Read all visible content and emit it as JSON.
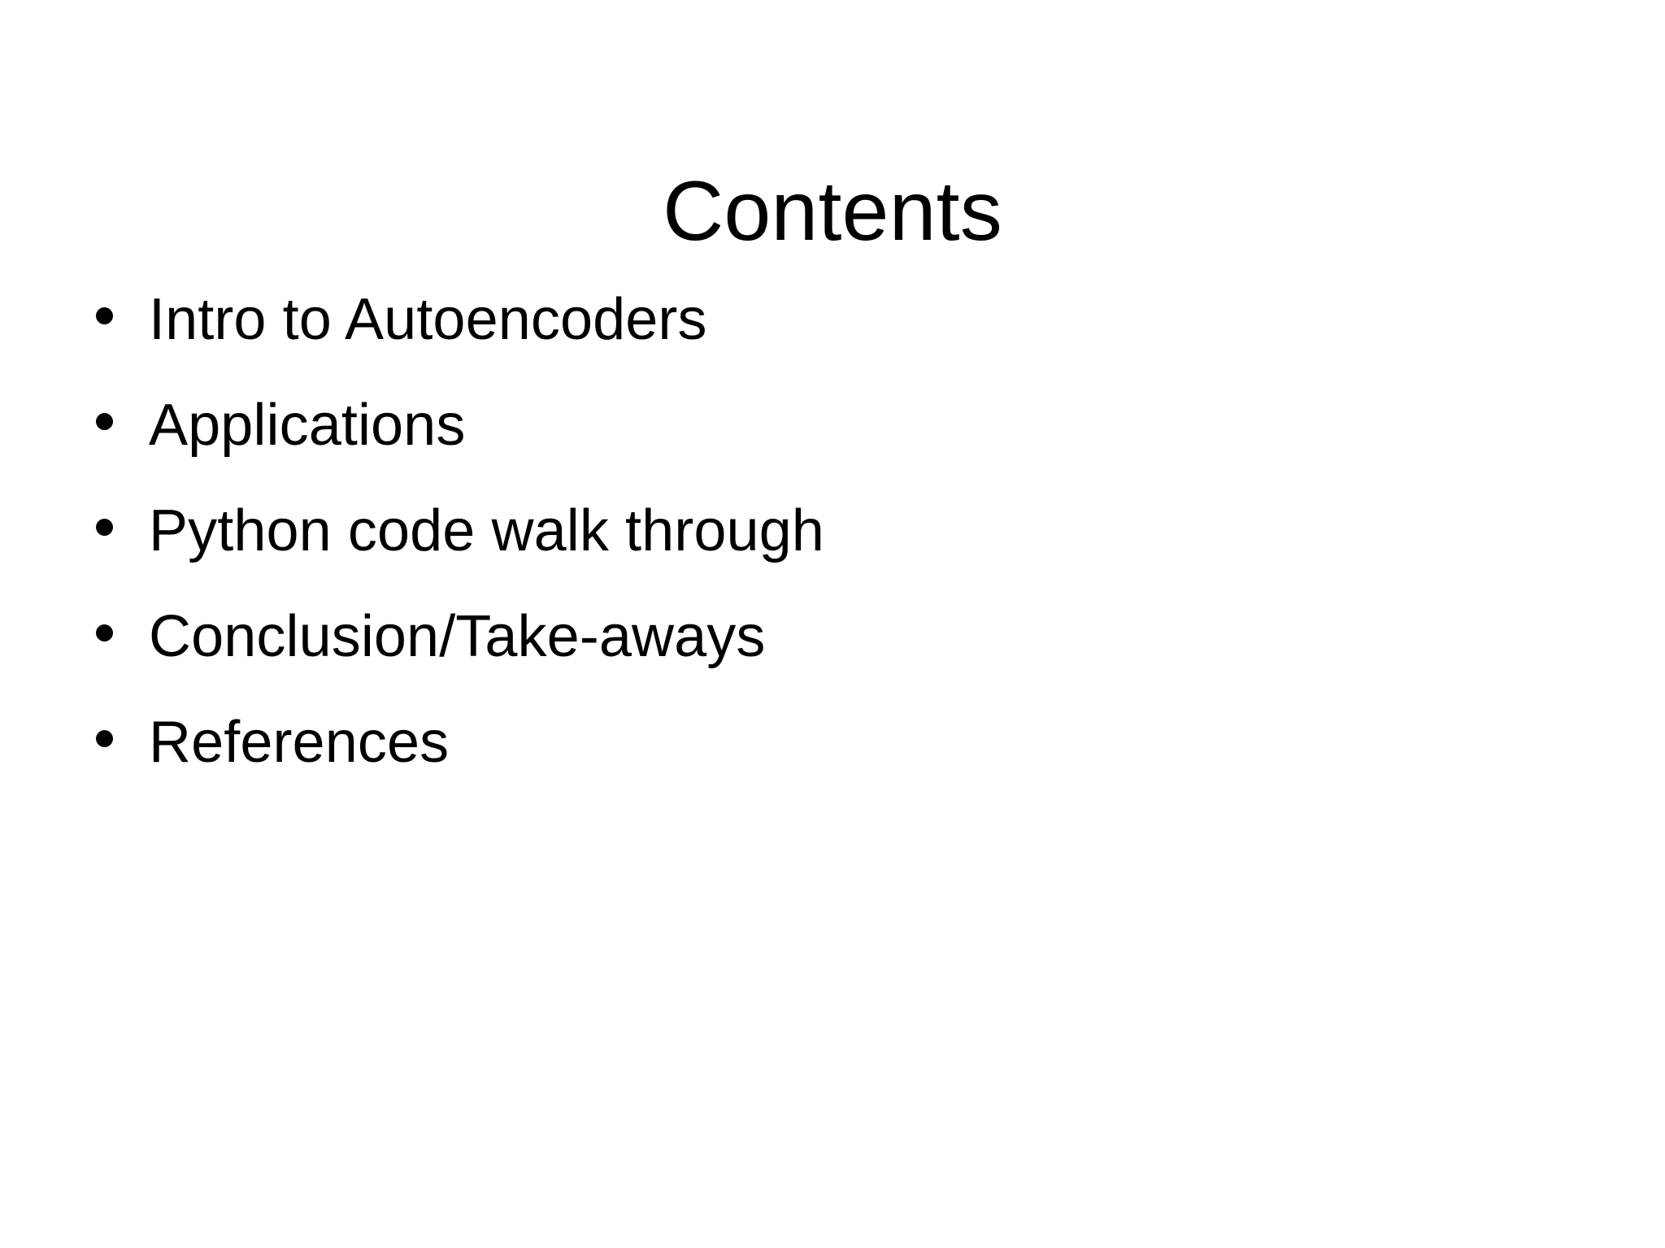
{
  "slide": {
    "title": "Contents",
    "background_color": "#ffffff",
    "text_color": "#000000",
    "bullet_glyph": "filled-circle",
    "items": [
      {
        "label": "Intro to Autoencoders"
      },
      {
        "label": "Applications"
      },
      {
        "label": "Python code walk through"
      },
      {
        "label": "Conclusion/Take-aways"
      },
      {
        "label": "References"
      }
    ]
  }
}
